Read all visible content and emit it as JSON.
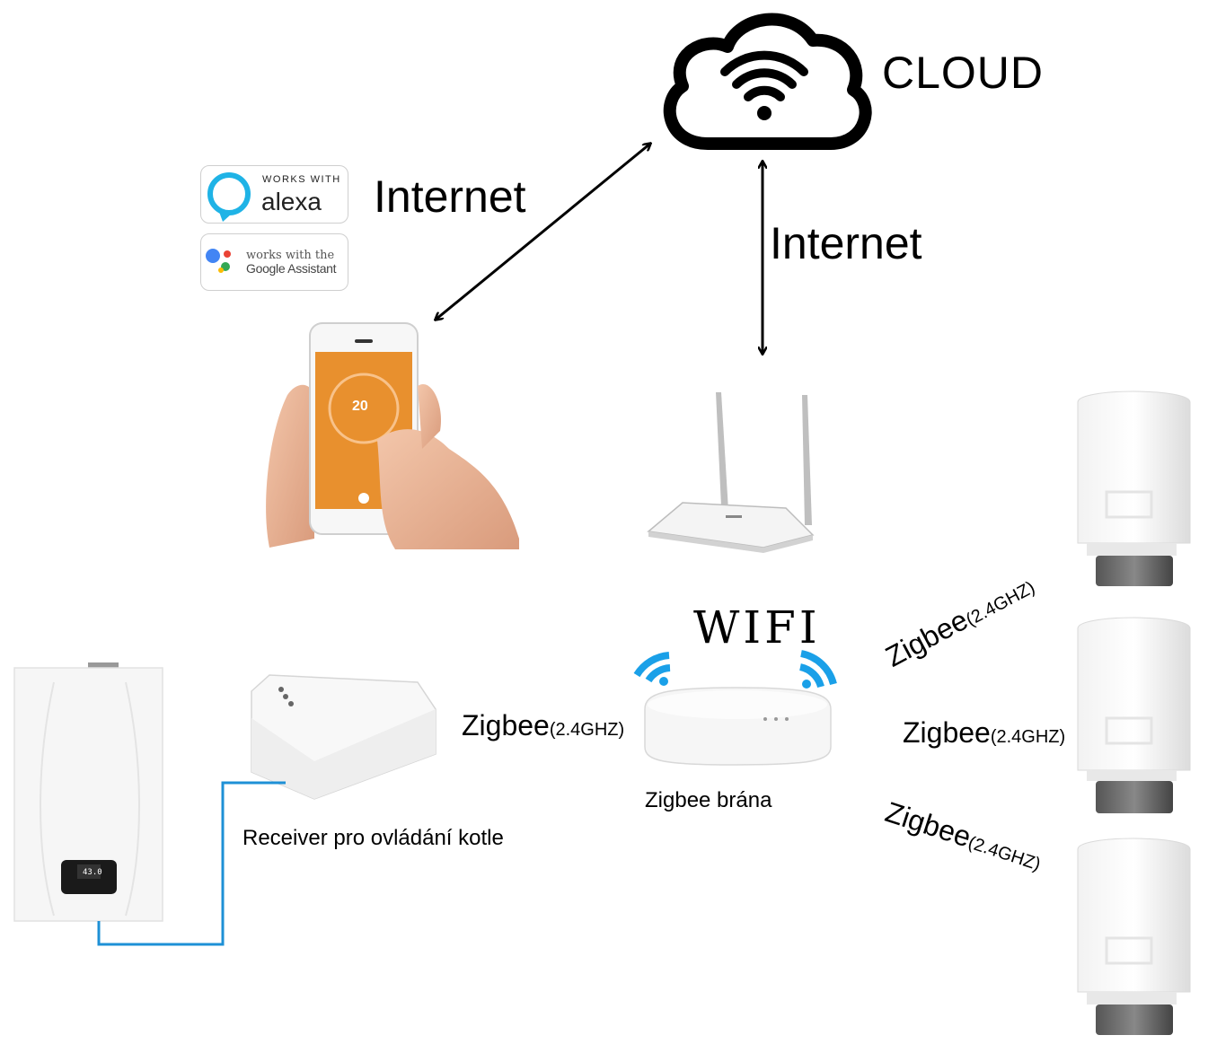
{
  "labels": {
    "cloud": "CLOUD",
    "internet_left": "Internet",
    "internet_right": "Internet",
    "wifi": "WIFI",
    "gateway": "Zigbee brána",
    "receiver": "Receiver pro ovládání kotle"
  },
  "zigbee": {
    "name": "Zigbee",
    "freq": "(2.4GHZ)"
  },
  "badges": {
    "alexa_top": "WORKS WITH",
    "alexa_main": "alexa",
    "google_top": "works with the",
    "google_main": "Google Assistant"
  },
  "devices": {
    "phone_temp": "20",
    "boiler_display": "43.0"
  },
  "colors": {
    "wire": "#1e90d6",
    "wifi_icon": "#1aa0e8",
    "alexa": "#1fb3e6",
    "phone_screen": "#e8902e",
    "google_blue": "#4285f4",
    "google_red": "#ea4335",
    "google_yellow": "#fbbc05",
    "google_green": "#34a853"
  }
}
